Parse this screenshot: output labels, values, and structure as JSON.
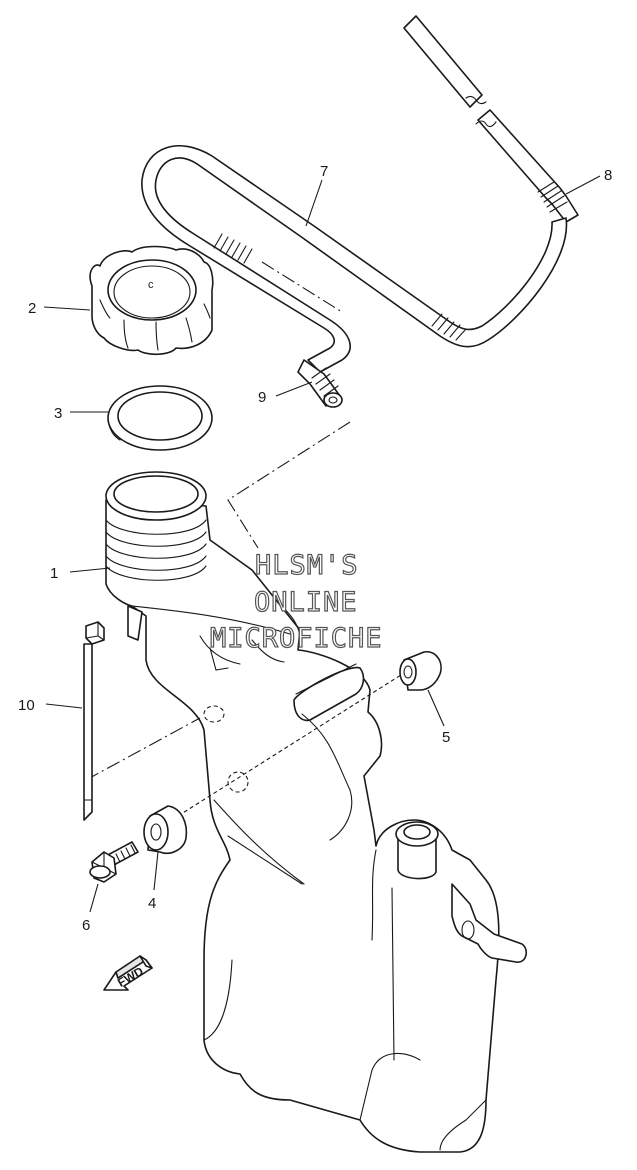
{
  "watermark": {
    "line1": "HLSM'S",
    "line2": "ONLINE",
    "line3": "MICROFICHE"
  },
  "direction_label": "FWD",
  "callouts": [
    {
      "id": "1",
      "label": "1"
    },
    {
      "id": "2",
      "label": "2"
    },
    {
      "id": "3",
      "label": "3"
    },
    {
      "id": "4",
      "label": "4"
    },
    {
      "id": "5",
      "label": "5"
    },
    {
      "id": "6",
      "label": "6"
    },
    {
      "id": "7",
      "label": "7"
    },
    {
      "id": "8",
      "label": "8"
    },
    {
      "id": "9",
      "label": "9"
    },
    {
      "id": "10",
      "label": "10"
    }
  ],
  "colors": {
    "line": "#1a1a1a",
    "background": "#ffffff",
    "watermark_outline": "#555555"
  }
}
